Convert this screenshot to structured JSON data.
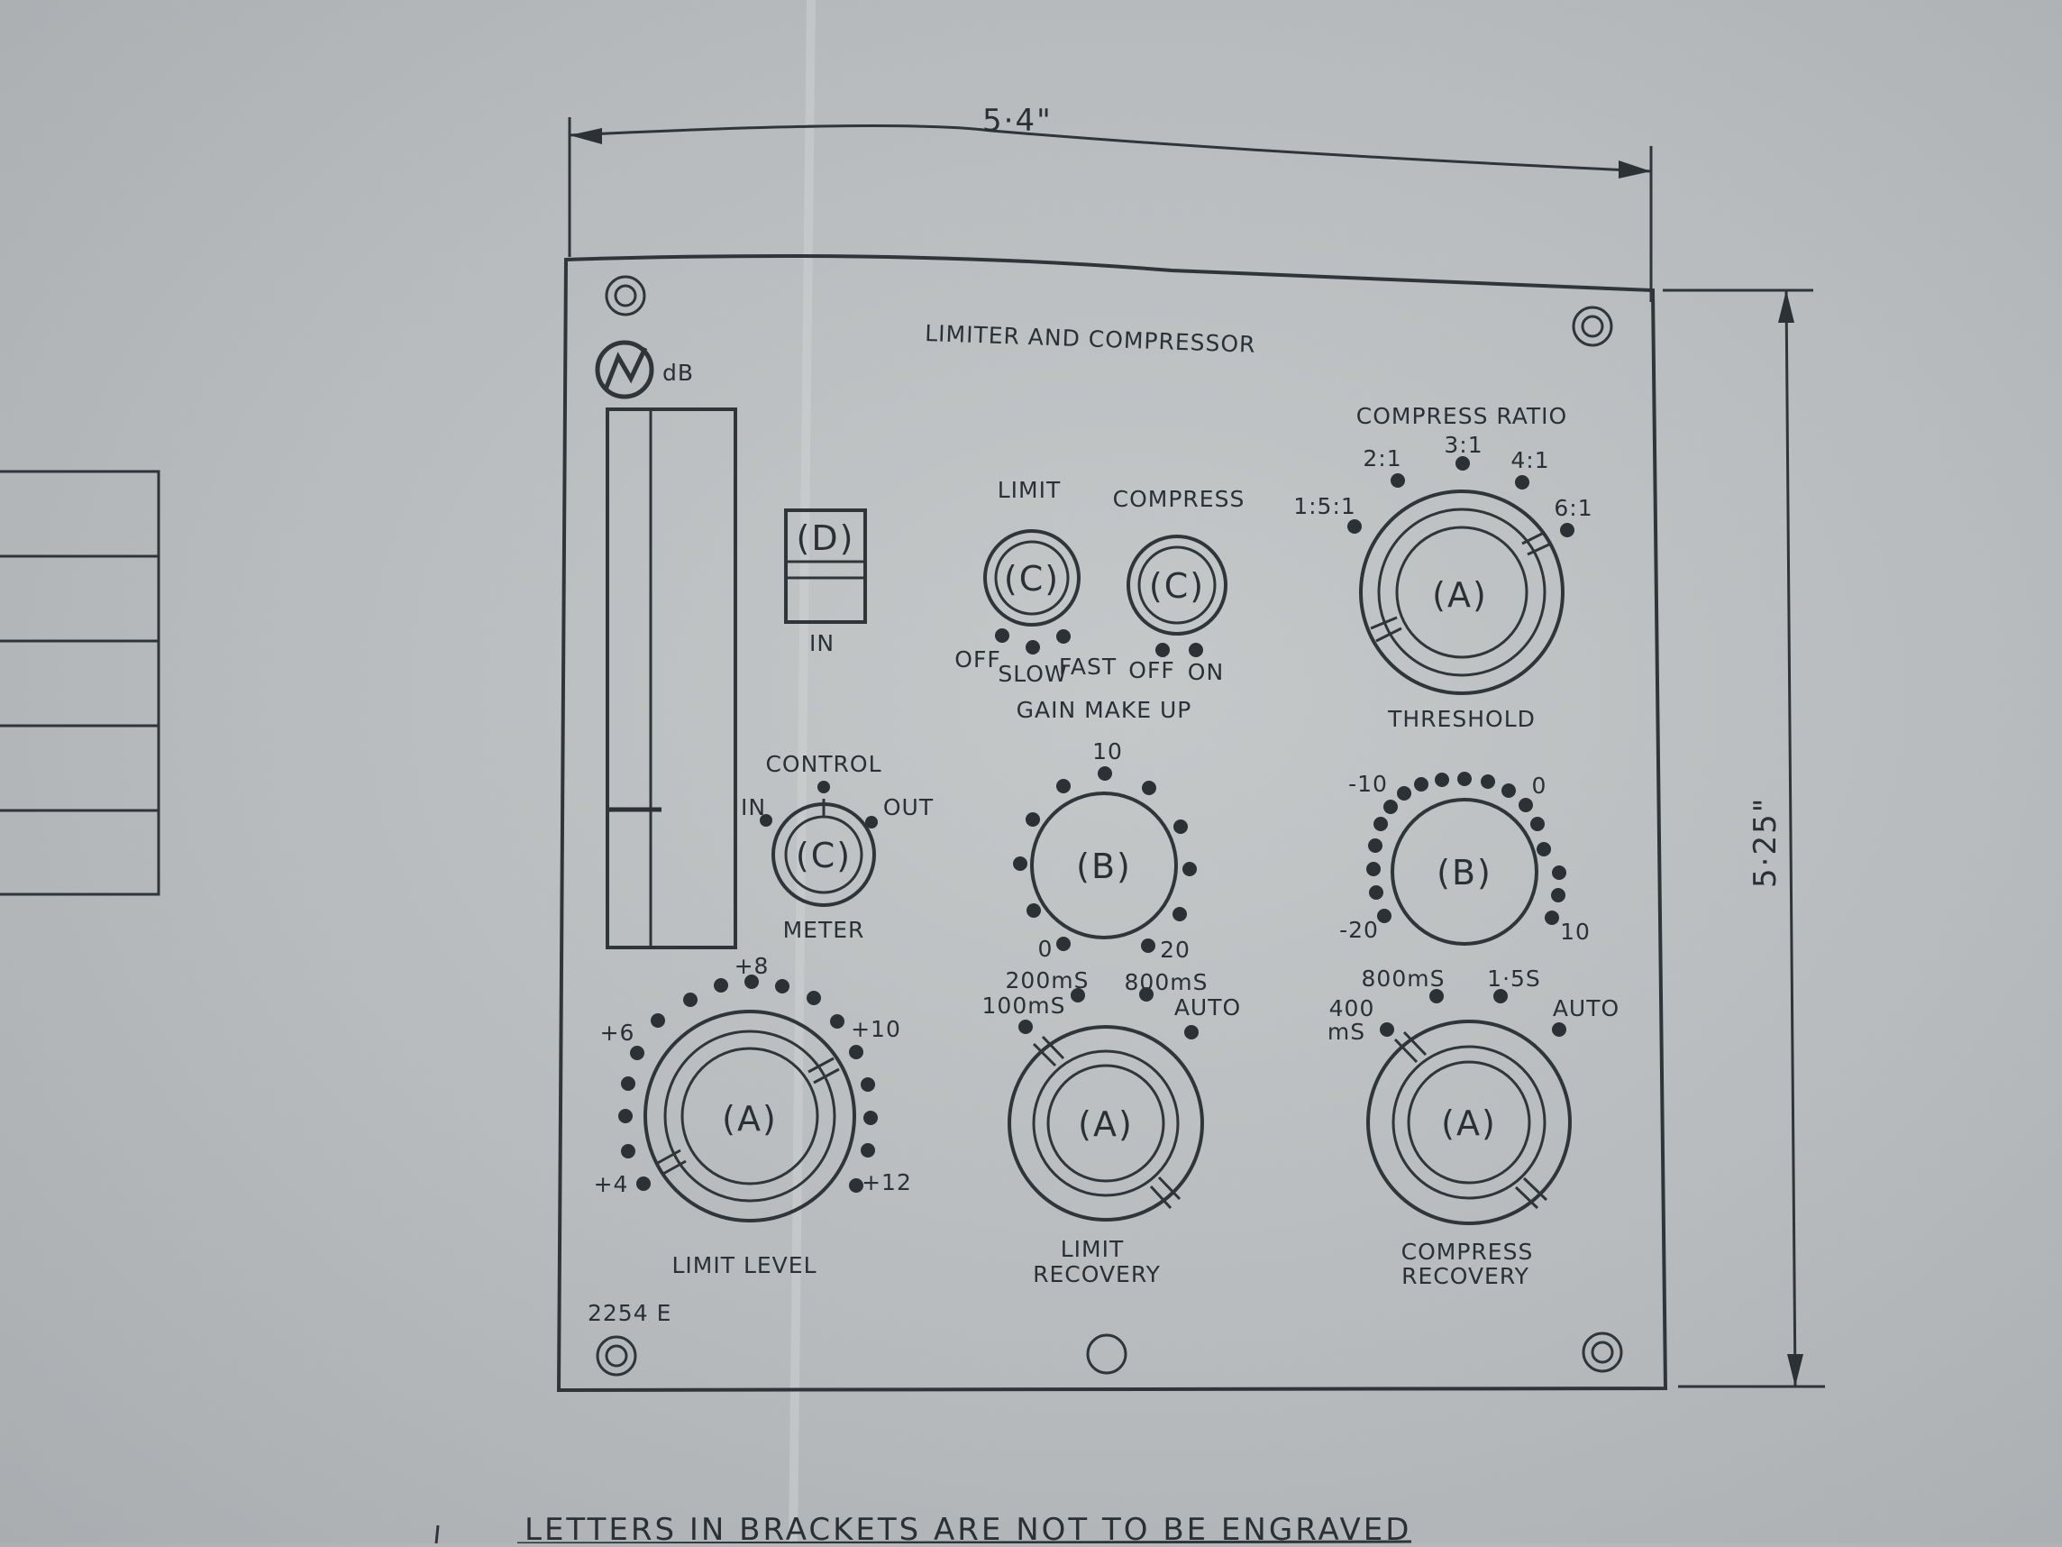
{
  "dimensions": {
    "width": "5·4\"",
    "height": "5·25\""
  },
  "panel": {
    "title": "LIMITER AND COMPRESSOR",
    "db_label": "dB",
    "part_number": "2254 E"
  },
  "switch_d": {
    "marker": "(D)",
    "label": "IN"
  },
  "limit_switch": {
    "title": "LIMIT",
    "marker": "(C)",
    "positions": [
      "OFF",
      "SLOW",
      "FAST"
    ]
  },
  "compress_switch": {
    "title": "COMPRESS",
    "marker": "(C)",
    "positions": [
      "OFF",
      "ON"
    ]
  },
  "compress_ratio": {
    "title": "COMPRESS RATIO",
    "marker": "(A)",
    "ticks": [
      "1:5:1",
      "2:1",
      "3:1",
      "4:1",
      "6:1"
    ],
    "label": "THRESHOLD"
  },
  "meter_control": {
    "title": "CONTROL",
    "marker": "(C)",
    "left": "IN",
    "right": "OUT",
    "label": "METER"
  },
  "gain_make_up": {
    "title": "GAIN MAKE UP",
    "marker": "(B)",
    "top": "10",
    "min": "0",
    "max": "20"
  },
  "threshold_b": {
    "marker": "(B)",
    "top_left": "-10",
    "top_right": "0",
    "bottom_left": "-20",
    "bottom_right": "10"
  },
  "limit_level": {
    "marker": "(A)",
    "ticks": [
      "+4",
      "+6",
      "+8",
      "+10",
      "+12"
    ],
    "label": "LIMIT LEVEL"
  },
  "limit_recovery": {
    "marker": "(A)",
    "ticks": [
      "100mS",
      "200mS",
      "800mS",
      "AUTO"
    ],
    "label_line1": "LIMIT",
    "label_line2": "RECOVERY"
  },
  "compress_recovery": {
    "marker": "(A)",
    "ticks_400": "400",
    "ticks_ms": "mS",
    "ticks": [
      "800mS",
      "1·5S",
      "AUTO"
    ],
    "label_line1": "COMPRESS",
    "label_line2": "RECOVERY"
  },
  "footnote": "LETTERS IN BRACKETS ARE NOT TO BE ENGRAVED"
}
